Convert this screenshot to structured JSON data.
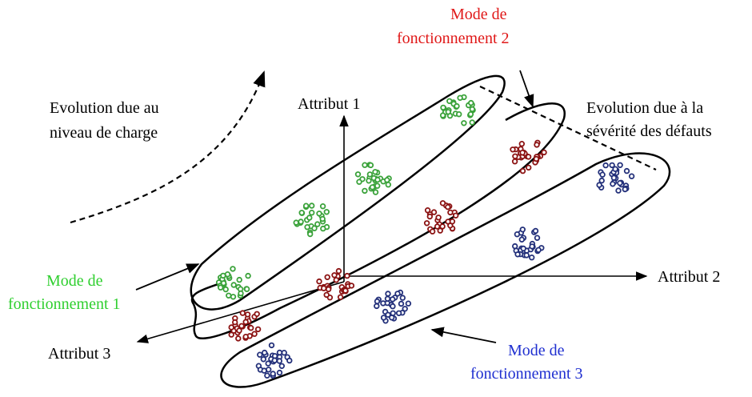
{
  "texts": {
    "attribut1": "Attribut 1",
    "attribut2": "Attribut 2",
    "attribut3": "Attribut 3",
    "evolution_charge_1": "Evolution due au",
    "evolution_charge_2": "niveau de charge",
    "evolution_defauts_1": "Evolution due à la",
    "evolution_defauts_2": "sévérité des défauts",
    "mode1_line1": "Mode de",
    "mode1_line2": "fonctionnement  1",
    "mode2_line1": "Mode de",
    "mode2_line2": "fonctionnement  2",
    "mode3_line1": "Mode de",
    "mode3_line2": "fonctionnement  3"
  },
  "colors": {
    "mode1": "#2fcf2f",
    "mode2": "#e01818",
    "mode3": "#1f2fd0",
    "green_dot": "#3aa23a",
    "red_dot": "#8b1212",
    "blue_dot": "#23307a",
    "ink": "#000000"
  },
  "clusters": [
    {
      "mode": 1,
      "color": "green_dot"
    },
    {
      "mode": 1,
      "color": "green_dot"
    },
    {
      "mode": 1,
      "color": "green_dot"
    },
    {
      "mode": 1,
      "color": "green_dot"
    },
    {
      "mode": 2,
      "color": "red_dot"
    },
    {
      "mode": 2,
      "color": "red_dot"
    },
    {
      "mode": 2,
      "color": "red_dot"
    },
    {
      "mode": 2,
      "color": "red_dot"
    },
    {
      "mode": 3,
      "color": "blue_dot"
    },
    {
      "mode": 3,
      "color": "blue_dot"
    },
    {
      "mode": 3,
      "color": "blue_dot"
    },
    {
      "mode": 3,
      "color": "blue_dot"
    }
  ]
}
